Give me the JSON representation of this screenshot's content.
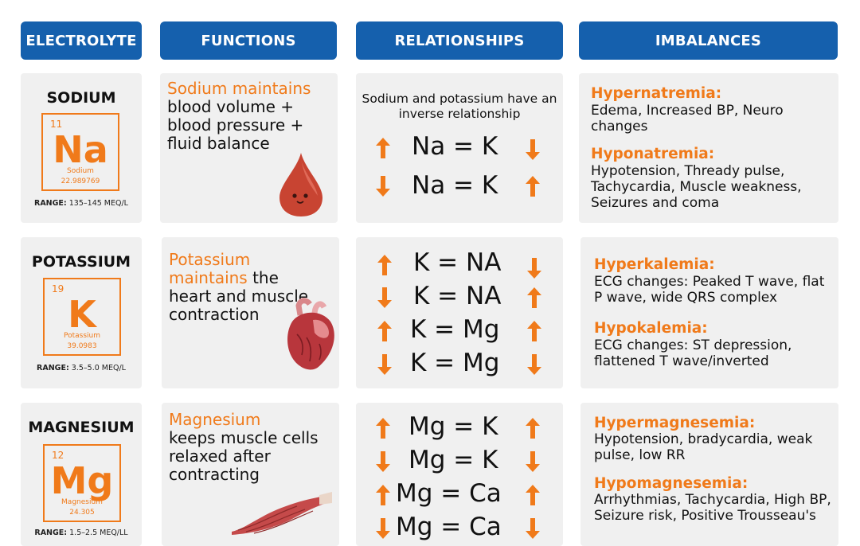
{
  "headers": {
    "electrolyte": "ELECTROLYTE",
    "functions": "FUNCTIONS",
    "relationships": "RELATIONSHIPS",
    "imbalances": "IMBALANCES"
  },
  "colors": {
    "header_blue": "#1560ad",
    "accent_orange": "#f07a1a",
    "card_gray": "#f0f0f0"
  },
  "rows": [
    {
      "name": "SODIUM",
      "number": "11",
      "symbol": "Na",
      "full_name": "Sodium",
      "mass": "22.989769",
      "range_label": "RANGE:",
      "range_value": "135–145 MEQ/L",
      "function_highlight": "Sodium maintains",
      "function_text": "blood volume + blood pressure + fluid balance",
      "function_icon": "blood-drop-icon",
      "relationship_intro": "Sodium and potassium have an inverse relationship",
      "equations": [
        {
          "left_arrow": "up",
          "text": "Na = K",
          "right_arrow": "down"
        },
        {
          "left_arrow": "down",
          "text": "Na = K",
          "right_arrow": "up"
        }
      ],
      "imbalances": [
        {
          "heading": "Hypernatremia:",
          "text": "Edema, Increased BP, Neuro changes"
        },
        {
          "heading": "Hyponatremia:",
          "text": "Hypotension, Thready pulse, Tachycardia, Muscle weakness, Seizures and coma"
        }
      ]
    },
    {
      "name": "POTASSIUM",
      "number": "19",
      "symbol": "K",
      "full_name": "Potassium",
      "mass": "39.0983",
      "range_label": "RANGE:",
      "range_value": "3.5–5.0 MEQ/L",
      "function_highlight": "Potassium maintains",
      "function_text": "the heart and muscle contraction",
      "function_icon": "heart-icon",
      "equations": [
        {
          "left_arrow": "up",
          "text": "K = NA",
          "right_arrow": "down"
        },
        {
          "left_arrow": "down",
          "text": "K = NA",
          "right_arrow": "up"
        },
        {
          "left_arrow": "up",
          "text": "K = Mg",
          "right_arrow": "up"
        },
        {
          "left_arrow": "down",
          "text": "K = Mg",
          "right_arrow": "down"
        }
      ],
      "imbalances": [
        {
          "heading": "Hyperkalemia:",
          "text": "ECG changes: Peaked T wave, flat P wave, wide QRS complex"
        },
        {
          "heading": "Hypokalemia:",
          "text": "ECG changes: ST depression, flattened T wave/inverted"
        }
      ]
    },
    {
      "name": "MAGNESIUM",
      "number": "12",
      "symbol": "Mg",
      "full_name": "Magnesium",
      "mass": "24.305",
      "range_label": "RANGE:",
      "range_value": "1.5–2.5 MEQ/LL",
      "function_highlight": "Magnesium",
      "function_text": "keeps muscle cells relaxed after contracting",
      "function_icon": "muscle-icon",
      "equations": [
        {
          "left_arrow": "up",
          "text": "Mg = K",
          "right_arrow": "up"
        },
        {
          "left_arrow": "down",
          "text": "Mg = K",
          "right_arrow": "down"
        },
        {
          "left_arrow": "up",
          "text": "Mg = Ca",
          "right_arrow": "up"
        },
        {
          "left_arrow": "down",
          "text": "Mg = Ca",
          "right_arrow": "down"
        }
      ],
      "imbalances": [
        {
          "heading": "Hypermagnesemia:",
          "text": "Hypotension, bradycardia, weak pulse, low RR"
        },
        {
          "heading": "Hypomagnesemia:",
          "text": "Arrhythmias, Tachycardia, High BP, Seizure risk, Positive Trousseau's"
        }
      ]
    }
  ]
}
